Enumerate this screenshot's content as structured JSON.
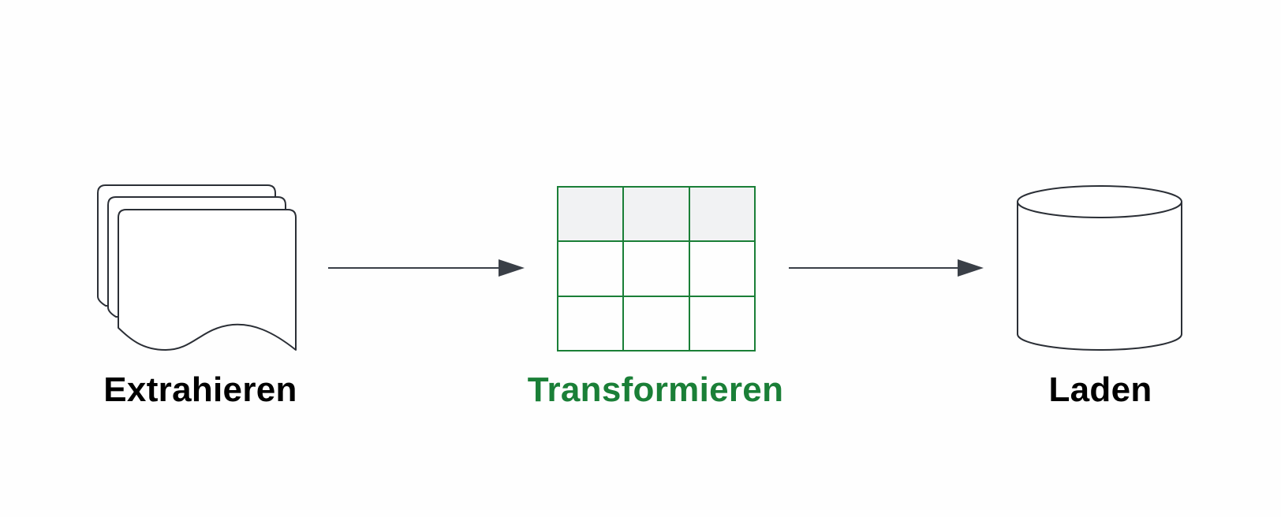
{
  "steps": [
    {
      "label": "Extrahieren",
      "icon": "stacked-documents-icon",
      "color": "#000000"
    },
    {
      "label": "Transformieren",
      "icon": "table-grid-icon",
      "color": "#1a7f37"
    },
    {
      "label": "Laden",
      "icon": "database-cylinder-icon",
      "color": "#000000"
    }
  ],
  "colors": {
    "stroke": "#2b2f36",
    "arrow": "#3a3f47",
    "grid": "#1a7f37",
    "grid_header_fill": "#f1f2f3"
  }
}
